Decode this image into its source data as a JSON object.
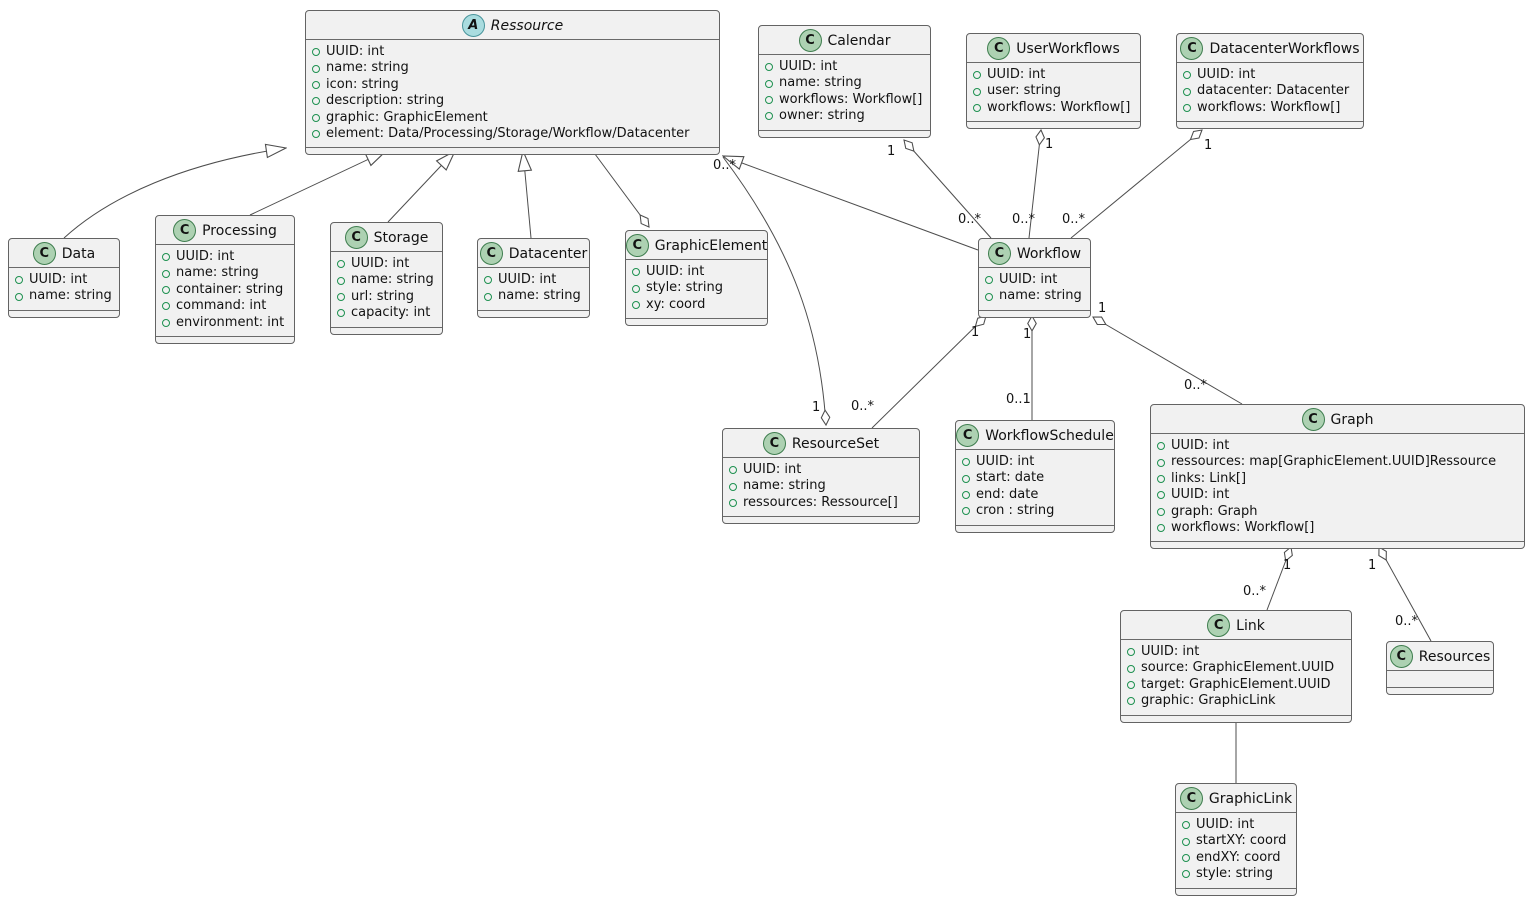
{
  "diagram_type": "uml-class-diagram",
  "colors": {
    "box_fill": "#F1F1F1",
    "box_border": "#636363",
    "class_icon_fill": "#ADD1B2",
    "abstract_icon_fill": "#A9DCDF",
    "attribute_bullet": "#1E9150",
    "edge_line": "#4D4D4D"
  },
  "classes": {
    "ressource": {
      "name": "Ressource",
      "kind": "abstract class",
      "icon_letter": "A",
      "attributes": [
        "UUID: int",
        "name: string",
        "icon: string",
        "description: string",
        "graphic: GraphicElement",
        "element: Data/Processing/Storage/Workflow/Datacenter"
      ]
    },
    "data": {
      "name": "Data",
      "kind": "class",
      "icon_letter": "C",
      "attributes": [
        "UUID: int",
        "name: string"
      ]
    },
    "processing": {
      "name": "Processing",
      "kind": "class",
      "icon_letter": "C",
      "attributes": [
        "UUID: int",
        "name: string",
        "container: string",
        "command: int",
        "environment: int"
      ]
    },
    "storage": {
      "name": "Storage",
      "kind": "class",
      "icon_letter": "C",
      "attributes": [
        "UUID: int",
        "name: string",
        "url: string",
        "capacity: int"
      ]
    },
    "datacenter": {
      "name": "Datacenter",
      "kind": "class",
      "icon_letter": "C",
      "attributes": [
        "UUID: int",
        "name: string"
      ]
    },
    "graphicelement": {
      "name": "GraphicElement",
      "kind": "class",
      "icon_letter": "C",
      "attributes": [
        "UUID: int",
        "style: string",
        "xy: coord"
      ]
    },
    "calendar": {
      "name": "Calendar",
      "kind": "class",
      "icon_letter": "C",
      "attributes": [
        "UUID: int",
        "name: string",
        "workflows: Workflow[]",
        "owner: string"
      ]
    },
    "userworkflows": {
      "name": "UserWorkflows",
      "kind": "class",
      "icon_letter": "C",
      "attributes": [
        "UUID: int",
        "user: string",
        "workflows: Workflow[]"
      ]
    },
    "datacenterworkflows": {
      "name": "DatacenterWorkflows",
      "kind": "class",
      "icon_letter": "C",
      "attributes": [
        "UUID: int",
        "datacenter: Datacenter",
        "workflows: Workflow[]"
      ]
    },
    "workflow": {
      "name": "Workflow",
      "kind": "class",
      "icon_letter": "C",
      "attributes": [
        "UUID: int",
        "name: string"
      ]
    },
    "resourceset": {
      "name": "ResourceSet",
      "kind": "class",
      "icon_letter": "C",
      "attributes": [
        "UUID: int",
        "name: string",
        "ressources: Ressource[]"
      ]
    },
    "workflowschedule": {
      "name": "WorkflowSchedule",
      "kind": "class",
      "icon_letter": "C",
      "attributes": [
        "UUID: int",
        "start: date",
        "end: date",
        "cron : string"
      ]
    },
    "graph": {
      "name": "Graph",
      "kind": "class",
      "icon_letter": "C",
      "attributes": [
        "UUID: int",
        "ressources: map[GraphicElement.UUID]Ressource",
        "links: Link[]",
        "UUID: int",
        "graph: Graph",
        "workflows: Workflow[]"
      ]
    },
    "link": {
      "name": "Link",
      "kind": "class",
      "icon_letter": "C",
      "attributes": [
        "UUID: int",
        "source: GraphicElement.UUID",
        "target: GraphicElement.UUID",
        "graphic: GraphicLink"
      ]
    },
    "resources": {
      "name": "Resources",
      "kind": "class",
      "icon_letter": "C",
      "attributes": []
    },
    "graphiclink": {
      "name": "GraphicLink",
      "kind": "class",
      "icon_letter": "C",
      "attributes": [
        "UUID: int",
        "startXY: coord",
        "endXY: coord",
        "style: string"
      ]
    }
  },
  "edges": [
    {
      "from": "Data",
      "to": "Ressource",
      "kind": "generalization"
    },
    {
      "from": "Processing",
      "to": "Ressource",
      "kind": "generalization"
    },
    {
      "from": "Storage",
      "to": "Ressource",
      "kind": "generalization"
    },
    {
      "from": "Datacenter",
      "to": "Ressource",
      "kind": "generalization"
    },
    {
      "from": "Workflow",
      "to": "Ressource",
      "kind": "generalization"
    },
    {
      "from": "GraphicElement",
      "to": "Ressource",
      "kind": "aggregation"
    },
    {
      "from": "Calendar",
      "to": "Workflow",
      "kind": "aggregation",
      "from_label": "1",
      "to_label": "0..*"
    },
    {
      "from": "UserWorkflows",
      "to": "Workflow",
      "kind": "aggregation",
      "from_label": "1",
      "to_label": "0..*"
    },
    {
      "from": "DatacenterWorkflows",
      "to": "Workflow",
      "kind": "aggregation",
      "from_label": "1",
      "to_label": "0..*"
    },
    {
      "from": "ResourceSet",
      "to": "Ressource",
      "kind": "aggregation",
      "from_label": "1",
      "to_label": "0..*"
    },
    {
      "from": "Workflow",
      "to": "ResourceSet",
      "kind": "aggregation",
      "from_label": "1",
      "to_label": "0..*"
    },
    {
      "from": "Workflow",
      "to": "WorkflowSchedule",
      "kind": "aggregation",
      "from_label": "1",
      "to_label": "0..1"
    },
    {
      "from": "Workflow",
      "to": "Graph",
      "kind": "aggregation",
      "from_label": "1",
      "to_label": "0..*"
    },
    {
      "from": "Graph",
      "to": "Link",
      "kind": "aggregation",
      "from_label": "1",
      "to_label": "0..*"
    },
    {
      "from": "Graph",
      "to": "Resources",
      "kind": "aggregation",
      "from_label": "1",
      "to_label": "0..*"
    },
    {
      "from": "Link",
      "to": "GraphicLink",
      "kind": "association"
    }
  ]
}
